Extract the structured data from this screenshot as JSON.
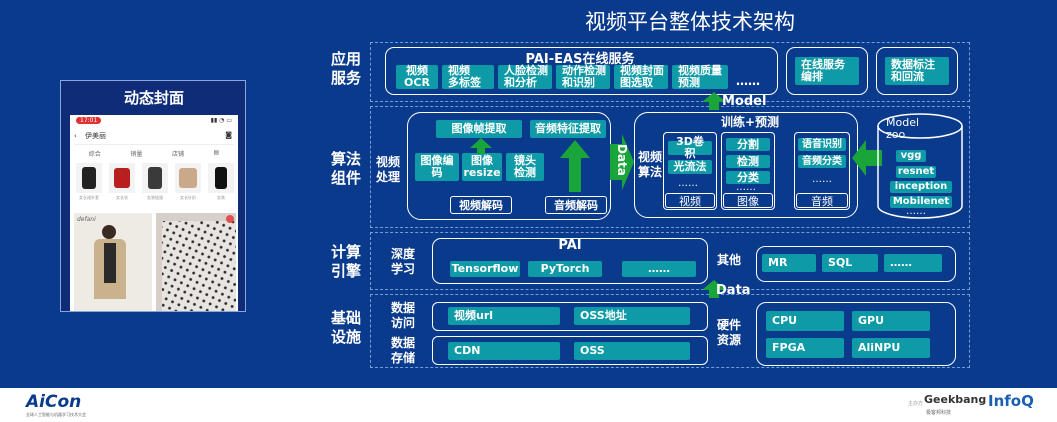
{
  "title": "视频平台整体技术架构",
  "left_panel": {
    "title": "动态封面",
    "phone": {
      "time": "17:01",
      "search": "伊美丽",
      "tabs": [
        "综合",
        "销量",
        "店铺"
      ],
      "items": [
        "女长裙外套",
        "女长衣",
        "女装链服",
        "女长针织",
        "女装"
      ],
      "brand": "defani"
    }
  },
  "rows": {
    "app": "应用\n服务",
    "algo": "算法\n组件",
    "compute": "计算\n引擎",
    "infra": "基础\n设施"
  },
  "app_service": {
    "pai_eas_title": "PAI-EAS在线服务",
    "items": [
      "视频\nOCR",
      "视频\n多标签",
      "人脸检测\n和分析",
      "动作检测\n和识别",
      "视频封面\n图选取",
      "视频质量\n预测",
      "……"
    ],
    "online_orchestration": "在线服务\n编排",
    "data_annotation": "数据标注\n和回流"
  },
  "algo": {
    "video_processing_label": "视频\n处理",
    "frame_extraction": "图像帧提取",
    "audio_feature": "音频特征提取",
    "image_codec": "图像编\n码",
    "image_resize": "图像\nresize",
    "shot_detection": "镜头\n检测",
    "video_decode": "视频解码",
    "audio_decode": "音频解码",
    "data_arrow": "Data",
    "train_predict": "训练+预测",
    "video_algo_label": "视频\n算法",
    "video_col": [
      "3D卷积",
      "光流法",
      "……"
    ],
    "video_caption": "视频",
    "image_col": [
      "分割",
      "检测",
      "分类",
      "……"
    ],
    "image_caption": "图像",
    "audio_col": [
      "语音识别",
      "音频分类",
      "……"
    ],
    "audio_caption": "音频",
    "model_arrow": "Model",
    "model_zoo_title": "Model\nzoo",
    "model_zoo": [
      "vgg",
      "resnet",
      "inception",
      "Mobilenet",
      "……"
    ]
  },
  "compute": {
    "dl_label": "深度\n学习",
    "pai_title": "PAI",
    "frameworks": [
      "Tensorflow",
      "PyTorch",
      "……"
    ],
    "other_label": "其他",
    "others": [
      "MR",
      "SQL",
      "……"
    ],
    "data_arrow": "Data"
  },
  "infra": {
    "data_access_label": "数据\n访问",
    "data_storage_label": "数据\n存储",
    "access": [
      "视频url",
      "OSS地址"
    ],
    "storage": [
      "CDN",
      "OSS"
    ],
    "hardware_label": "硬件\n资源",
    "hardware": [
      "CPU",
      "GPU",
      "FPGA",
      "AliNPU"
    ]
  },
  "footer": {
    "aicon": "AiCon",
    "aicon_sub": "全球人工智能与机器学习技术大会",
    "organizer": "主办方",
    "geekbang": "Geekbang",
    "geekbang_sub": "极客邦科技",
    "infoq": "InfoQ"
  },
  "colors": {
    "background": "#0a3a8c",
    "teal": "#0e9aa6",
    "arrow_green": "#1aa53a"
  }
}
